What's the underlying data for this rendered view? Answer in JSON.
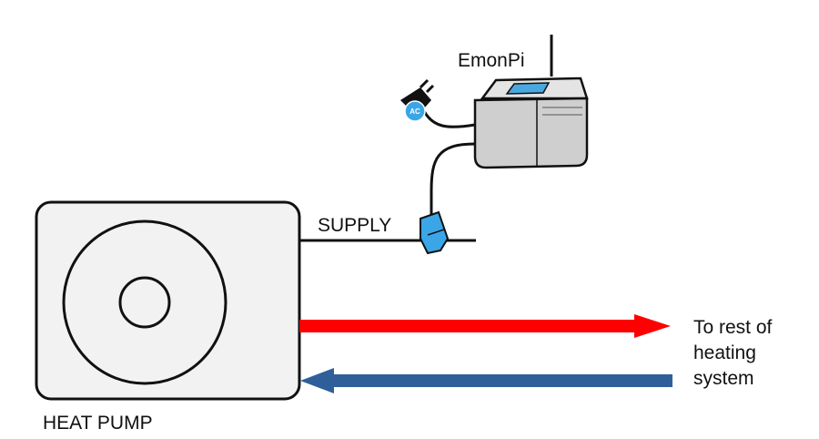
{
  "labels": {
    "emonpi": "EmonPi",
    "supply": "SUPPLY",
    "heat_pump": "HEAT PUMP",
    "destination_line1": "To rest of",
    "destination_line2": "heating",
    "destination_line3": "system",
    "ac_adapter": "AC"
  },
  "colors": {
    "flow_pipe": "#ff0000",
    "return_pipe": "#2f5f9a",
    "ct_clamp": "#3aa6e8",
    "heat_pump_body": "#f2f2f2",
    "emonpi_body": "#cfcfcf",
    "emonpi_screen": "#4aa8e0"
  },
  "icons": {
    "heat_pump_fan": "fan-icon",
    "ct_clamp": "ct-clamp-icon",
    "ac_adapter": "ac-adapter-icon",
    "emonpi": "emonpi-device-icon",
    "antenna": "antenna-icon"
  }
}
